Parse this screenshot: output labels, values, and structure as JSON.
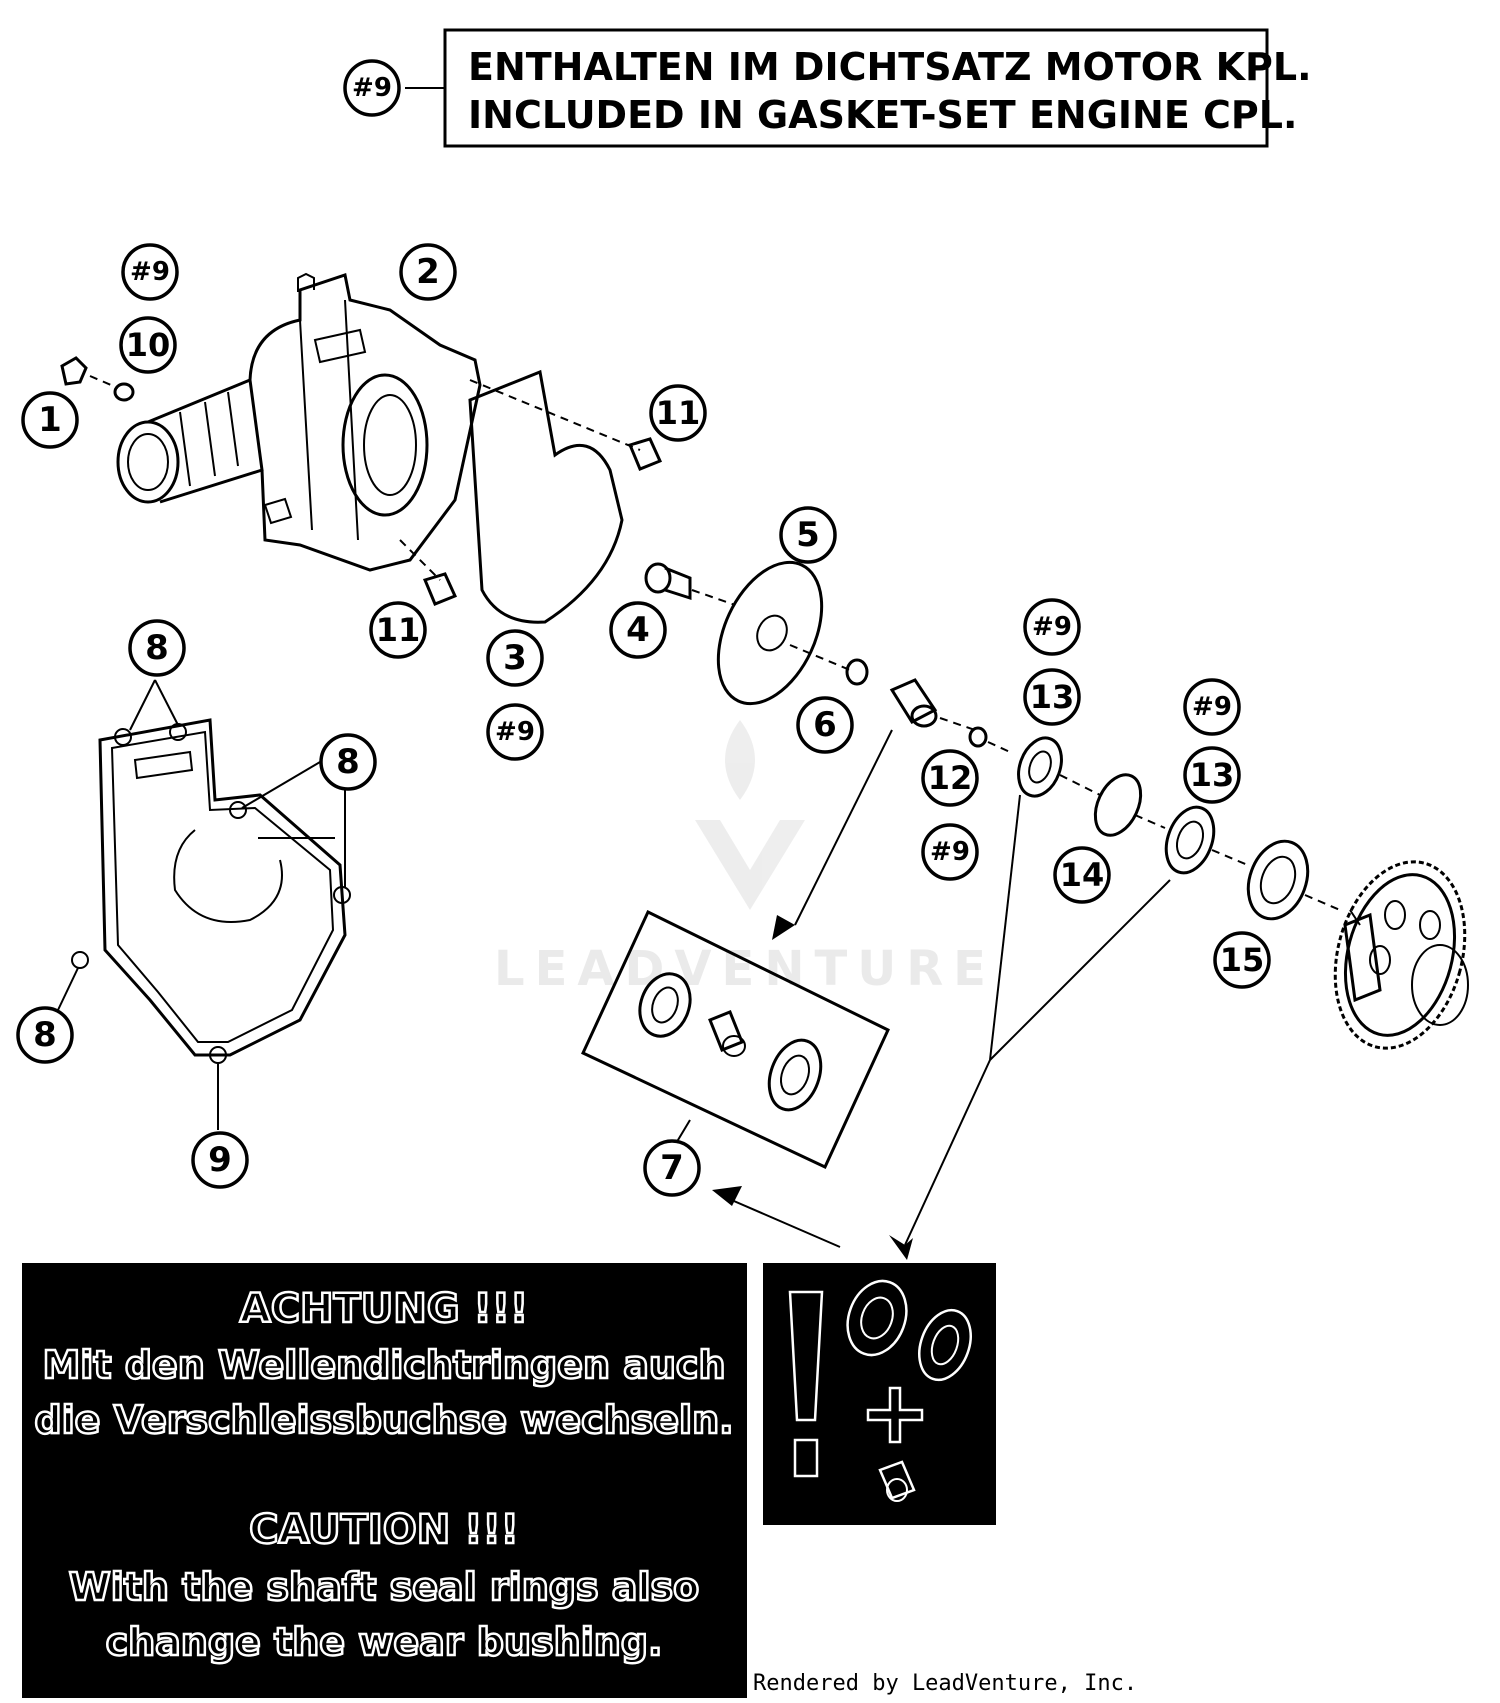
{
  "legend": {
    "tag": "#9",
    "line1": "ENTHALTEN IM DICHTSATZ MOTOR KPL.",
    "line2": "INCLUDED IN GASKET-SET ENGINE CPL."
  },
  "callouts": [
    "1",
    "2",
    "3",
    "4",
    "5",
    "6",
    "7",
    "8",
    "9",
    "10",
    "11",
    "12",
    "13",
    "14",
    "15",
    "#9"
  ],
  "warning": {
    "title_de": "ACHTUNG !!!",
    "line1_de": "Mit den Wellendichtringen auch",
    "line2_de": "die Verschleissbuchse wechseln.",
    "title_en": "CAUTION !!!",
    "line1_en": "With the shaft seal rings also",
    "line2_en": "change the wear bushing."
  },
  "watermark": "LEADVENTURE",
  "credit": "Rendered by LeadVenture, Inc."
}
